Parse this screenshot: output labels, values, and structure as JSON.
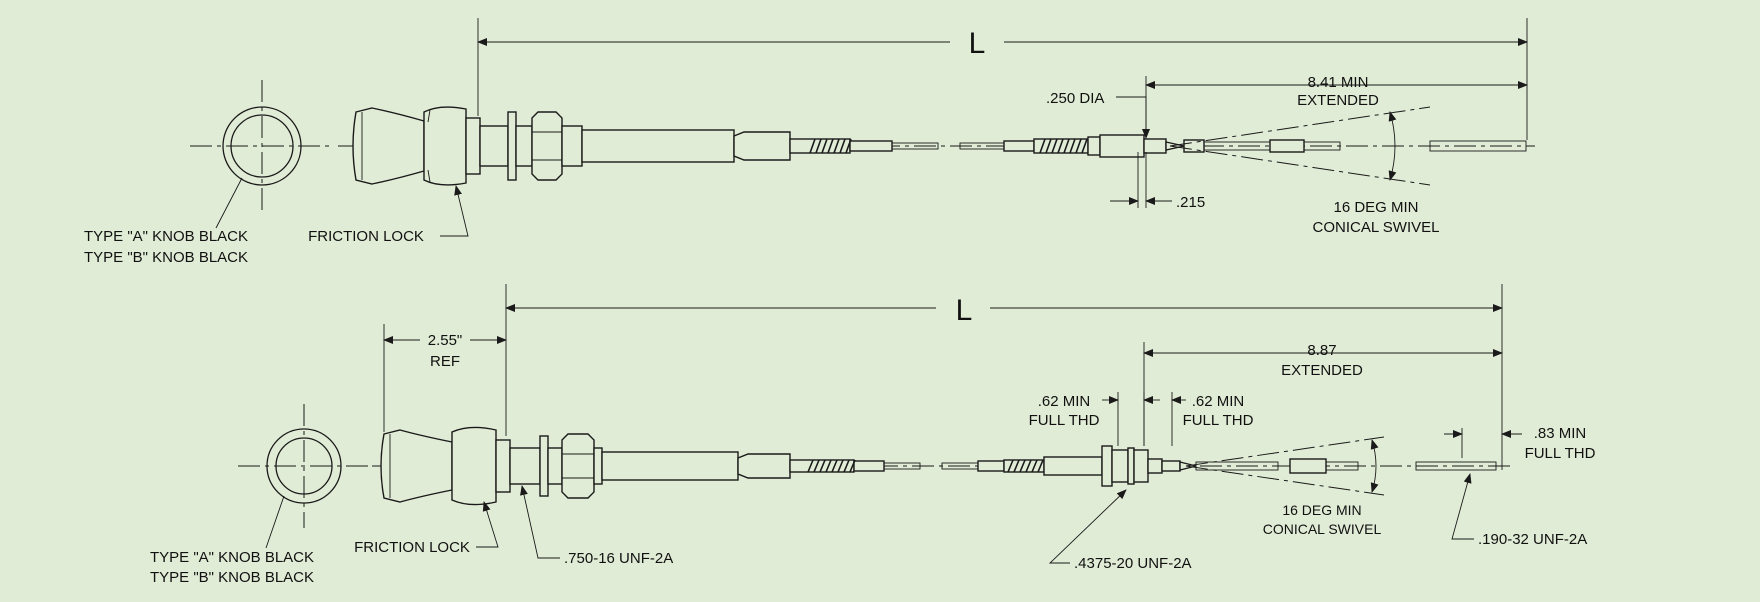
{
  "upper": {
    "length_label": "L",
    "dia_label": ".250 DIA",
    "extended_value": "8.41 MIN",
    "extended_label": "EXTENDED",
    "offset_label": ".215",
    "swivel_angle": "16  DEG MIN",
    "swivel_label": "CONICAL SWIVEL",
    "knob_type_a": "TYPE \"A\" KNOB BLACK",
    "knob_type_b": "TYPE \"B\" KNOB BLACK",
    "friction_lock": "FRICTION LOCK"
  },
  "lower": {
    "length_label": "L",
    "ref_value": "2.55\"",
    "ref_label": "REF",
    "extended_value": "8.87",
    "extended_label": "EXTENDED",
    "left_thread_min": ".62 MIN",
    "left_thread_label": "FULL THD",
    "right_thread_min": ".62 MIN",
    "right_thread_label": "FULL THD",
    "end_thread_min": ".83 MIN",
    "end_thread_label": "FULL THD",
    "swivel_angle": "16  DEG MIN",
    "swivel_label": "CONICAL SWIVEL",
    "knob_type_a": "TYPE \"A\" KNOB BLACK",
    "knob_type_b": "TYPE \"B\" KNOB BLACK",
    "friction_lock": "FRICTION LOCK",
    "panel_thread": ".750-16 UNF-2A",
    "mid_thread": ".4375-20 UNF-2A",
    "end_thread": ".190-32 UNF-2A"
  }
}
